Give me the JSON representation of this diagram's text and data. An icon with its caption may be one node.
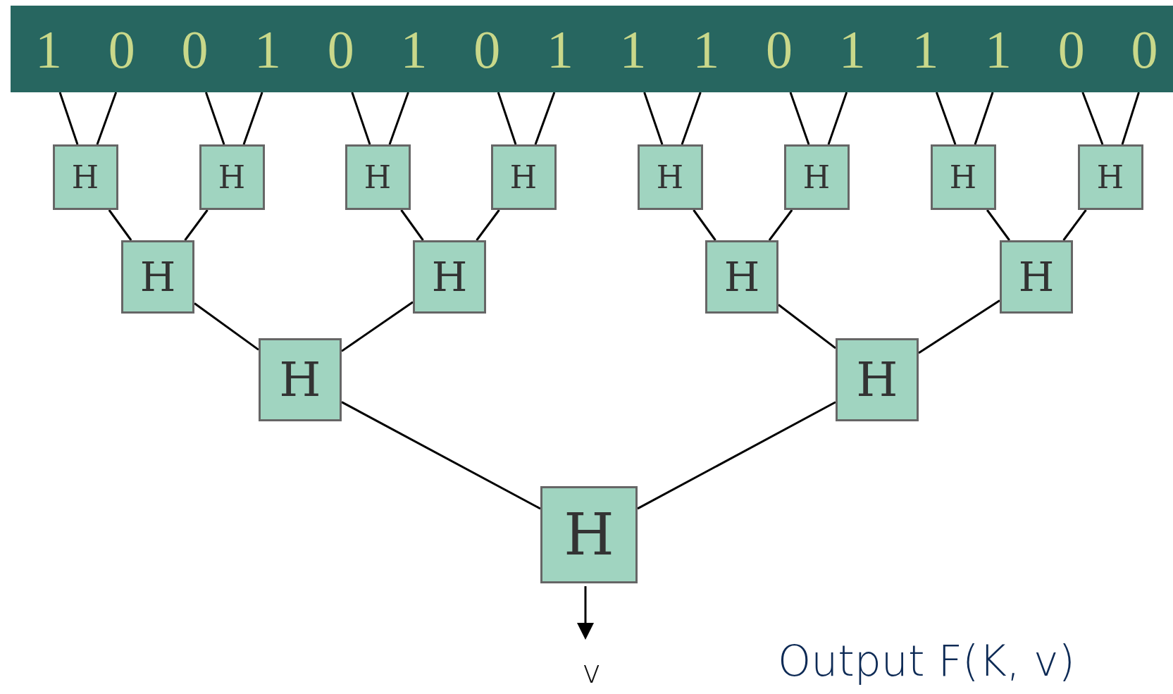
{
  "diagram": {
    "nodes": [
      {
        "text": [],
        "shape": "bar"
      },
      {
        "text": [
          "1"
        ],
        "in": 0
      },
      {
        "text": [
          "0"
        ],
        "in": 0
      },
      {
        "text": [
          "0"
        ],
        "in": 0
      },
      {
        "text": [
          "1"
        ],
        "in": 0
      },
      {
        "text": [
          "0"
        ],
        "in": 0
      },
      {
        "text": [
          "1"
        ],
        "in": 0
      },
      {
        "text": [
          "0"
        ],
        "in": 0
      },
      {
        "text": [
          "1"
        ],
        "in": 0
      },
      {
        "text": [
          "1"
        ],
        "in": 0
      },
      {
        "text": [
          "1"
        ],
        "in": 0
      },
      {
        "text": [
          "0"
        ],
        "in": 0
      },
      {
        "text": [
          "1"
        ],
        "in": 0
      },
      {
        "text": [
          "1"
        ],
        "in": 0
      },
      {
        "text": [
          "1"
        ],
        "in": 0
      },
      {
        "text": [
          "0"
        ],
        "in": 0
      },
      {
        "text": [
          "0"
        ],
        "in": 0
      },
      {
        "text": [
          "H"
        ]
      },
      {
        "text": [
          "H"
        ]
      },
      {
        "text": [
          "H"
        ]
      },
      {
        "text": [
          "H"
        ]
      },
      {
        "text": [
          "H"
        ]
      },
      {
        "text": [
          "H"
        ]
      },
      {
        "text": [
          "H"
        ]
      },
      {
        "text": [
          "H"
        ]
      },
      {
        "text": [
          "H"
        ]
      },
      {
        "text": [
          "H"
        ]
      },
      {
        "text": [
          "H"
        ]
      },
      {
        "text": [
          "H"
        ]
      },
      {
        "text": [
          "H"
        ]
      },
      {
        "text": [
          "H"
        ]
      },
      {
        "text": [
          "H"
        ]
      },
      {
        "text": [
          "v"
        ]
      }
    ],
    "edges": [
      {
        "from": 1,
        "to": 17,
        "arrow": "none"
      },
      {
        "from": 2,
        "to": 17,
        "arrow": "none"
      },
      {
        "from": 3,
        "to": 18,
        "arrow": "none"
      },
      {
        "from": 4,
        "to": 18,
        "arrow": "none"
      },
      {
        "from": 5,
        "to": 19,
        "arrow": "none"
      },
      {
        "from": 6,
        "to": 19,
        "arrow": "none"
      },
      {
        "from": 7,
        "to": 20,
        "arrow": "none"
      },
      {
        "from": 8,
        "to": 20,
        "arrow": "none"
      },
      {
        "from": 9,
        "to": 21,
        "arrow": "none"
      },
      {
        "from": 10,
        "to": 21,
        "arrow": "none"
      },
      {
        "from": 11,
        "to": 22,
        "arrow": "none"
      },
      {
        "from": 12,
        "to": 22,
        "arrow": "none"
      },
      {
        "from": 13,
        "to": 23,
        "arrow": "none"
      },
      {
        "from": 14,
        "to": 23,
        "arrow": "none"
      },
      {
        "from": 15,
        "to": 24,
        "arrow": "none"
      },
      {
        "from": 16,
        "to": 24,
        "arrow": "none"
      },
      {
        "from": 17,
        "to": 25,
        "arrow": "none"
      },
      {
        "from": 18,
        "to": 25,
        "arrow": "none"
      },
      {
        "from": 19,
        "to": 26,
        "arrow": "none"
      },
      {
        "from": 20,
        "to": 26,
        "arrow": "none"
      },
      {
        "from": 21,
        "to": 27,
        "arrow": "none"
      },
      {
        "from": 22,
        "to": 27,
        "arrow": "none"
      },
      {
        "from": 23,
        "to": 28,
        "arrow": "none"
      },
      {
        "from": 24,
        "to": 28,
        "arrow": "none"
      },
      {
        "from": 25,
        "to": 29,
        "arrow": "none"
      },
      {
        "from": 26,
        "to": 29,
        "arrow": "none"
      },
      {
        "from": 27,
        "to": 30,
        "arrow": "none"
      },
      {
        "from": 28,
        "to": 30,
        "arrow": "none"
      },
      {
        "from": 29,
        "to": 31,
        "arrow": "none"
      },
      {
        "from": 30,
        "to": 31,
        "arrow": "none"
      },
      {
        "from": 31,
        "to": 32,
        "arrow": "to"
      }
    ],
    "labels": [
      "Output F(K, v)"
    ]
  }
}
